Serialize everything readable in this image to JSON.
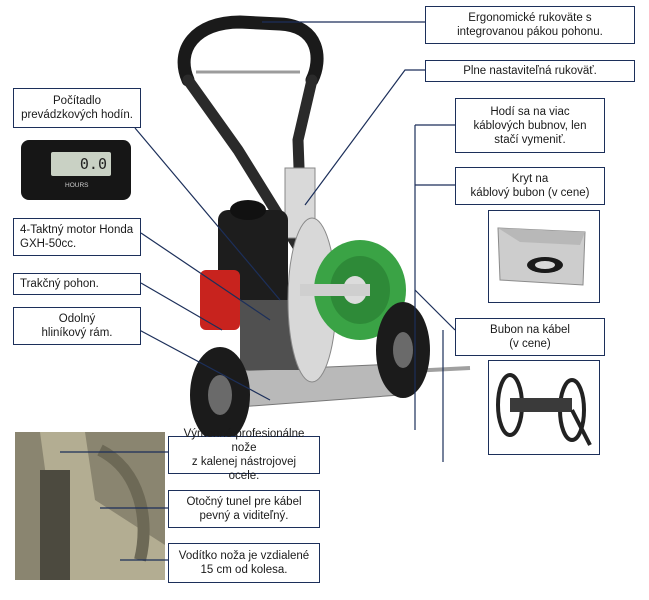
{
  "callouts": {
    "handle": [
      "Ergonomické rukoväte s",
      "integrovanou pákou pohonu."
    ],
    "adjustable": [
      "Plne nastaviteľná rukoväť."
    ],
    "hour_counter": [
      "Počítadlo",
      "prevádzkových hodín."
    ],
    "drums": [
      "Hodí sa na viac",
      "káblových bubnov, len",
      "stačí vymeniť."
    ],
    "cover": [
      "Kryt na",
      "káblový bubon (v cene)"
    ],
    "engine": [
      "4-Taktný motor Honda",
      "GXH-50cc."
    ],
    "traction": [
      "Trakčný pohon."
    ],
    "frame": [
      "Odolný",
      "hliníkový rám."
    ],
    "reel": [
      "Bubon na kábel",
      "(v cene)"
    ],
    "blades": [
      "Výmenné profesionálne nože",
      "z kalenej nástrojovej ocele."
    ],
    "tunnel": [
      "Otočný tunel pre kábel",
      "pevný a viditeľný."
    ],
    "guide": [
      "Vodítko noža je vzdialené",
      "15 cm od kolesa."
    ]
  },
  "hour_meter": {
    "reading": "0.0",
    "unit": "HOURS"
  },
  "colors": {
    "border": "#1c2f5a",
    "engine_red": "#c8231e",
    "cable_green": "#3aa345"
  }
}
